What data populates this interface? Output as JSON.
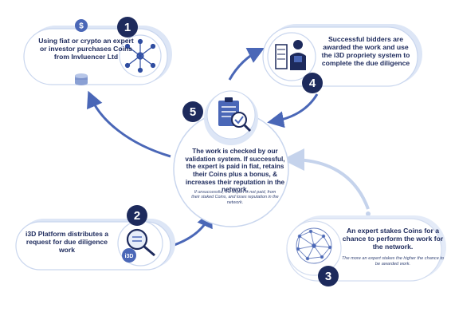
{
  "colors": {
    "navy": "#1d2a5c",
    "pale_blue": "#d9e4f5",
    "mid_blue": "#4a67b7",
    "arrow_light": "#c5d3ec",
    "background": "#ffffff"
  },
  "steps": {
    "s1": {
      "number": "1",
      "text": "Using fiat or crypto an expert or investor purchases Coins from Invluencer Ltd",
      "icon": "coins-and-network-icon"
    },
    "s2": {
      "number": "2",
      "text": "i3D Platform distributes a request for due diligence work",
      "icon": "magnifier-request-icon",
      "badge": "i3D"
    },
    "s3": {
      "number": "3",
      "text": "An expert stakes Coins for a chance to perform the work for the network.",
      "subtext": "The more an expert stakes the higher the chance to be awarded work.",
      "icon": "network-sphere-icon"
    },
    "s4": {
      "number": "4",
      "text": "Successful bidders are awarded the work and use the i3D propriety system to complete the due diligence",
      "icon": "worker-icon"
    },
    "s5": {
      "number": "5",
      "text": "The work is checked by our validation system. If successful, the expert is paid in fiat, retains their Coins plus a bonus, & increases their reputation in the network.",
      "subtext": "If unsuccessful, the expert is not paid, from their staked Coins, and loses reputation in the network.",
      "icon": "checklist-validation-icon"
    }
  },
  "icons": {
    "coin_symbol": "$"
  }
}
